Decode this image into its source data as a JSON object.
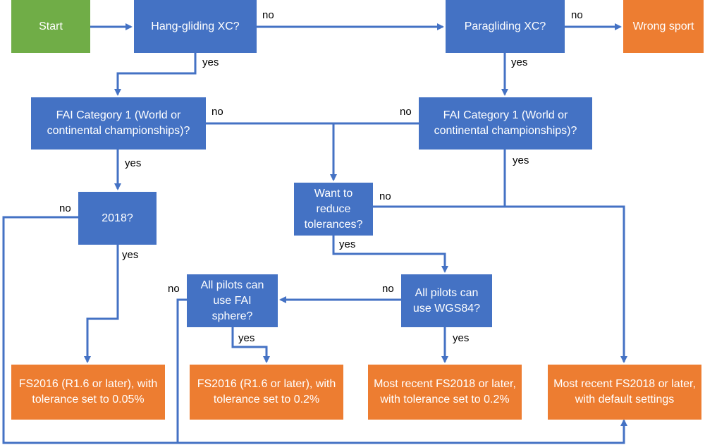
{
  "colors": {
    "start": "#70AD47",
    "decision": "#4472C4",
    "outcome": "#ED7D31",
    "line": "#4472C4",
    "label": "#000000"
  },
  "nodes": {
    "start": "Start",
    "hg_xc": "Hang-gliding XC?",
    "pg_xc": "Paragliding XC?",
    "wrong_sport": "Wrong sport",
    "fai_cat1_left": "FAI Category 1 (World or continental championships)?",
    "fai_cat1_right": "FAI Category 1 (World or continental championships)?",
    "year_2018": "2018?",
    "reduce_tol": "Want to reduce tolerances?",
    "wgs84": "All pilots can use WGS84?",
    "fai_sphere": "All pilots can use FAI sphere?",
    "out_fs2016_005": "FS2016 (R1.6 or later), with tolerance set to 0.05%",
    "out_fs2016_02": "FS2016 (R1.6 or later), with tolerance set to 0.2%",
    "out_fs2018_02": "Most recent FS2018 or later, with tolerance set to 0.2%",
    "out_fs2018_default": "Most recent FS2018 or later, with default settings"
  },
  "edge_labels": {
    "hg_no": "no",
    "pg_no": "no",
    "hg_yes": "yes",
    "pg_yes": "yes",
    "fai_left_no": "no",
    "fai_right_no": "no",
    "fai_left_yes": "yes",
    "fai_right_yes": "yes",
    "y2018_no": "no",
    "y2018_yes": "yes",
    "reduce_no": "no",
    "reduce_yes": "yes",
    "wgs_no": "no",
    "wgs_yes": "yes",
    "sphere_no": "no",
    "sphere_yes": "yes"
  }
}
